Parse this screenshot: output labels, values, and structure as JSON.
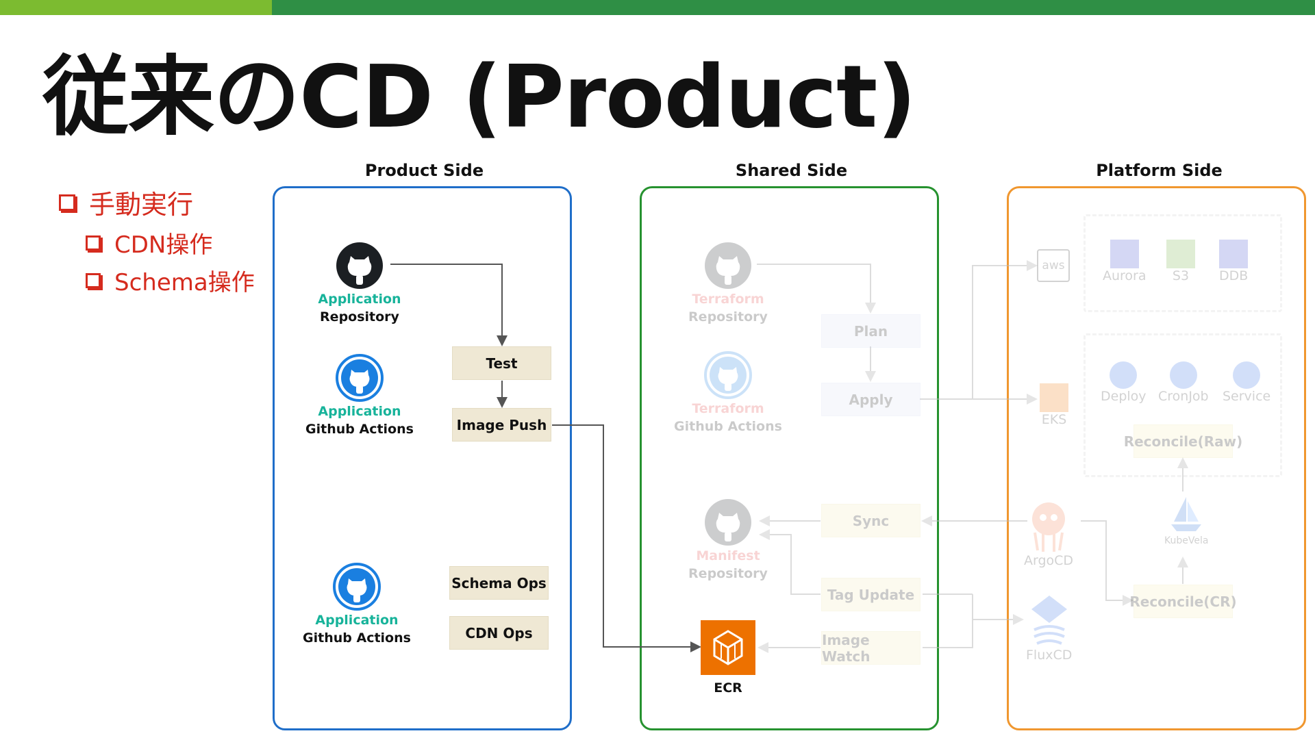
{
  "title": "従来のCD (Product)",
  "bullets": {
    "main": "手動実行",
    "sub1": "CDN操作",
    "sub2": "Schema操作"
  },
  "sides": {
    "product": "Product Side",
    "shared": "Shared Side",
    "platform": "Platform Side"
  },
  "product": {
    "app_repo": {
      "top": "Application",
      "bottom": "Repository"
    },
    "app_actions_1": {
      "top": "Application",
      "bottom": "Github Actions"
    },
    "app_actions_2": {
      "top": "Application",
      "bottom": "Github Actions"
    },
    "test": "Test",
    "image_push": "Image Push",
    "schema_ops": "Schema Ops",
    "cdn_ops": "CDN Ops"
  },
  "shared": {
    "tf_repo": {
      "top": "Terraform",
      "bottom": "Repository"
    },
    "tf_actions": {
      "top": "Terraform",
      "bottom": "Github Actions"
    },
    "manifest_repo": {
      "top": "Manifest",
      "bottom": "Repository"
    },
    "plan": "Plan",
    "apply": "Apply",
    "sync": "Sync",
    "tag_update": "Tag Update",
    "image_watch": "Image Watch",
    "ecr": "ECR"
  },
  "platform": {
    "aws": "aws",
    "aurora": "Aurora",
    "s3": "S3",
    "ddb": "DDB",
    "eks": "EKS",
    "deploy": "Deploy",
    "cronjob": "CronJob",
    "service": "Service",
    "reconcile_raw": "Reconcile(Raw)",
    "kubevela": "KubeVela",
    "argocd": "ArgoCD",
    "fluxcd": "FluxCD",
    "reconcile_cr": "Reconcile(CR)"
  },
  "colors": {
    "accent_light": "#7cbb30",
    "accent_dark": "#2f8f45",
    "product_border": "#1f6ec9",
    "shared_border": "#26922f",
    "platform_border": "#f0972f",
    "bullet_red": "#d52b1e",
    "teal_label": "#17b39a",
    "ecr_orange": "#ed7100"
  }
}
